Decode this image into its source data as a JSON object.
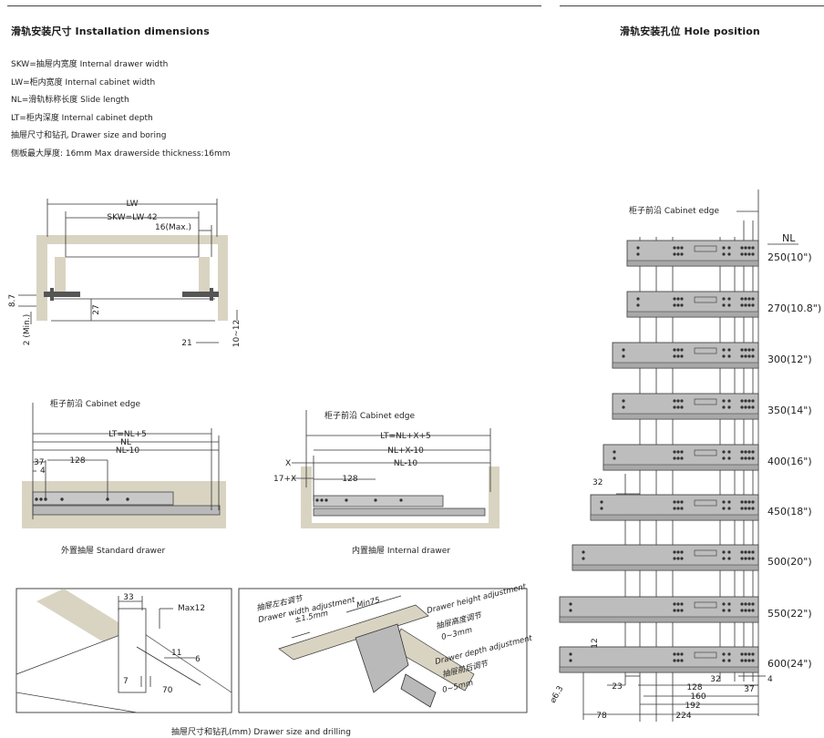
{
  "left": {
    "title": "滑轨安装尺寸 Installation dimensions",
    "definitions": [
      "SKW=抽屉内宽度  Internal drawer width",
      "LW=柜内宽度  Internal cabinet width",
      "NL=滑轨标称长度  Slide length",
      "LT=柜内深度  Internal cabinet depth",
      "抽屉尺寸和钻孔  Drawer size and boring",
      "侧板最大厚度: 16mm   Max drawerside thickness:16mm"
    ],
    "front_view": {
      "lw": "LW",
      "skw": "SKW=LW-42",
      "max16": "16(Max.)",
      "d87": "8.7",
      "d27": "27",
      "d2min": "2 (Min.)",
      "d21": "21",
      "d1012": "10~12"
    },
    "standard": {
      "edge": "柜子前沿  Cabinet edge",
      "lt": "LT=NL+5",
      "nl": "NL",
      "nl10": "NL-10",
      "d37": "37",
      "d4": "4",
      "d128": "128",
      "caption": "外置抽屉 Standard drawer"
    },
    "internal": {
      "edge": "柜子前沿  Cabinet edge",
      "lt": "LT=NL+X+5",
      "nlx10": "NL+X-10",
      "nl10": "NL-10",
      "x": "X",
      "x17": "17+X",
      "d128": "128",
      "caption": "内置抽屉 Internal drawer"
    },
    "detail_a": {
      "d33": "33",
      "max12": "Max12",
      "d11": "11",
      "d6": "6",
      "d7": "7",
      "d70": "70"
    },
    "detail_b": {
      "width_cn": "抽屉左右调节",
      "width_en": "Drawer width adjustment",
      "width_val": "±1.5mm",
      "min75": "Min75",
      "height_en": "Drawer height adjustment",
      "height_cn": "抽屉高度调节",
      "height_val": "0~3mm",
      "depth_en": "Drawer depth adjustment",
      "depth_cn": "抽屉前后调节",
      "depth_val": "0~5mm"
    },
    "bottom_caption": "抽屉尺寸和钻孔(mm)  Drawer size and drilling"
  },
  "right": {
    "title": "滑轨安装孔位 Hole position",
    "edge": "柜子前沿  Cabinet edge",
    "nl_header": "NL",
    "sizes": [
      "250(10\")",
      "270(10.8\")",
      "300(12\")",
      "350(14\")",
      "400(16\")",
      "450(18\")",
      "500(20\")",
      "550(22\")",
      "600(24\")"
    ],
    "dims": {
      "d32top": "32",
      "d12": "12",
      "d63": "⌀6.3",
      "d23": "23",
      "d32": "32",
      "d4": "4",
      "d37": "37",
      "d128": "128",
      "d160": "160",
      "d192": "192",
      "d224": "224",
      "d78": "78"
    }
  },
  "colors": {
    "cabinet": "#d9d4c2",
    "rail": "#b9b9b9",
    "line": "#333333"
  }
}
